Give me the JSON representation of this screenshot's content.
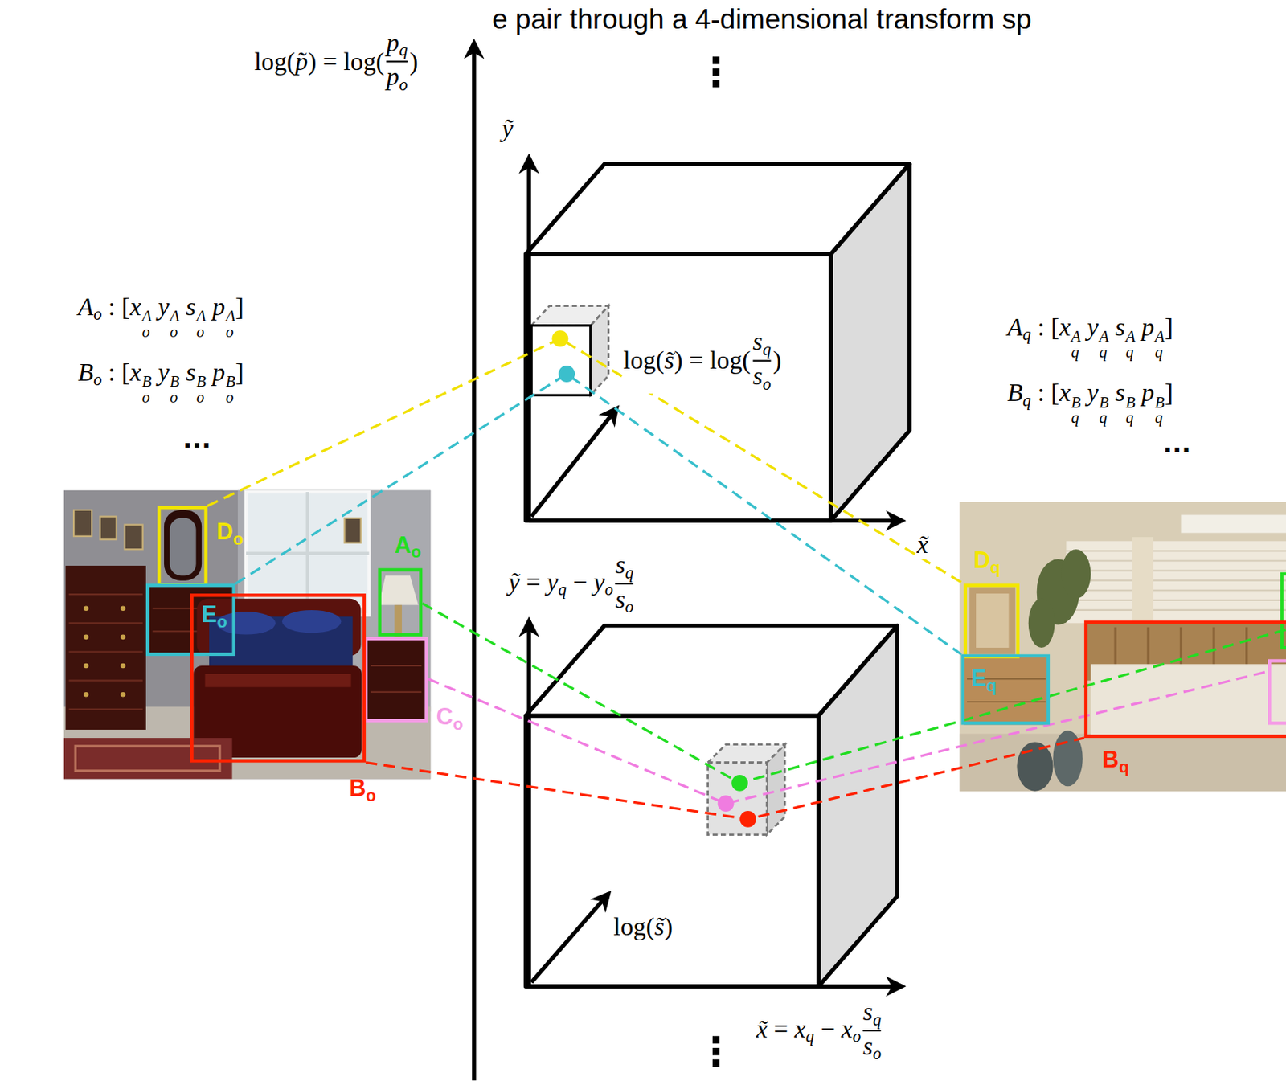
{
  "diagram": {
    "title": "e pair through a 4-dimensional transform sp",
    "nodes": [
      {
        "text": [
          "D",
          "o"
        ]
      },
      {
        "text": [
          "E",
          "o"
        ]
      },
      {
        "text": [
          "A",
          "o"
        ]
      },
      {
        "text": [
          "C",
          "o"
        ]
      },
      {
        "text": [
          "B",
          "o"
        ]
      },
      {
        "text": [
          "D",
          "q"
        ]
      },
      {
        "text": [
          "E",
          "q"
        ]
      },
      {
        "text": [
          "B",
          "q"
        ]
      }
    ],
    "edges": [
      {
        "from": 0,
        "to": 5,
        "arrow": "none"
      },
      {
        "from": 1,
        "to": 6,
        "arrow": "none"
      },
      {
        "from": 4,
        "to": 7,
        "arrow": "none"
      }
    ],
    "labels": [
      "log(p̃) = log(",
      "pq",
      "po",
      ")",
      "ỹ",
      "log(s̃) = log(",
      "sq",
      "so",
      ")",
      "x̃",
      "ỹ = yq − yo",
      "sq",
      "so",
      "log(s̃)",
      "x̃ = xq − xo",
      "sq",
      "so",
      "Ao : [xoA yoA soA poA]",
      "Bo : [xoB yoB soB poB]",
      "...",
      "Aq : [xqA yqA sqA pqA]",
      "Bq : [xqB yqB sqB pqB]",
      "...",
      "⋮",
      "⋮"
    ]
  }
}
